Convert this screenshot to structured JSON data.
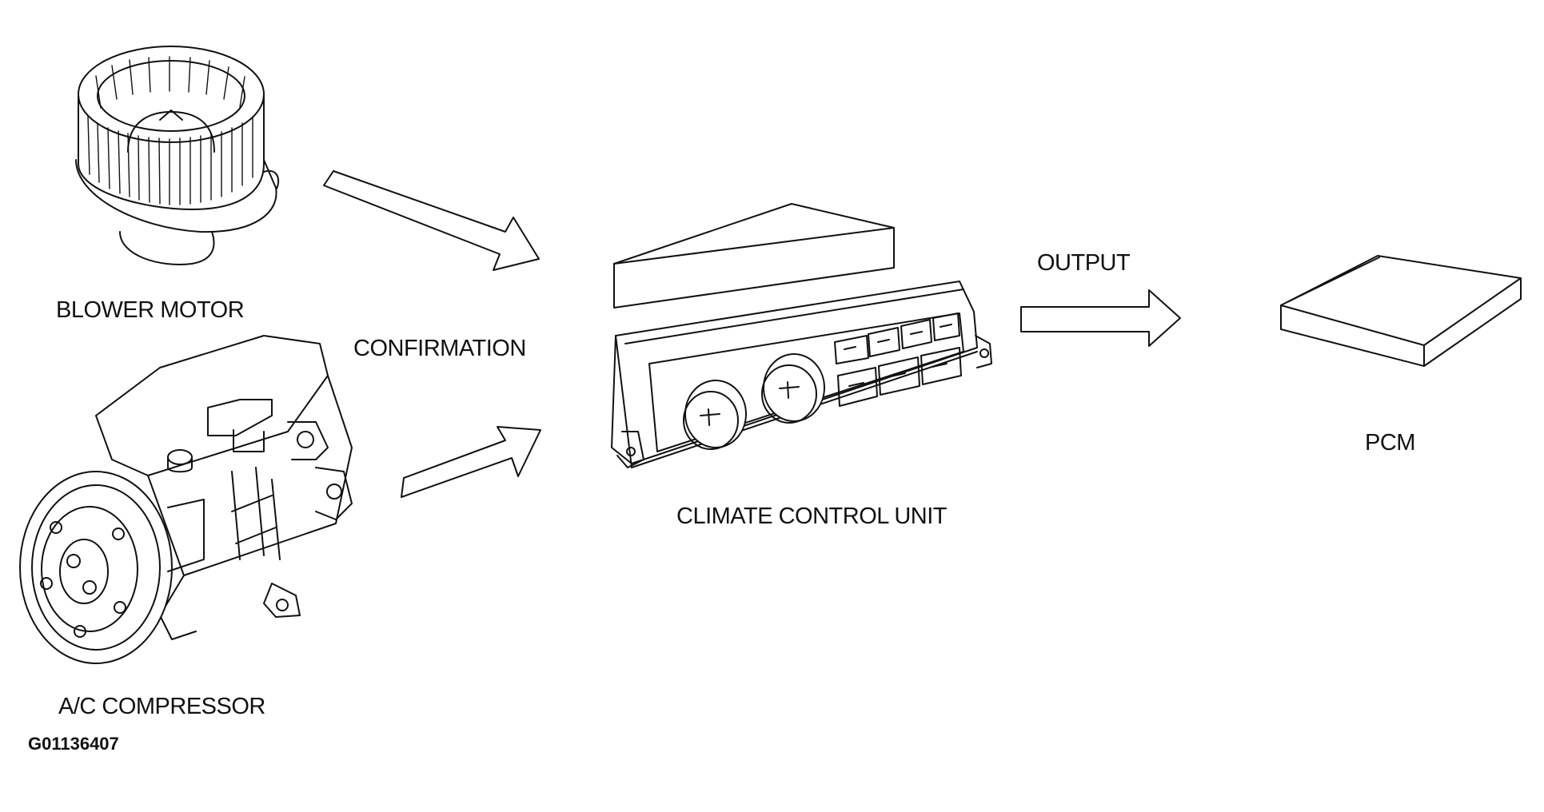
{
  "components": {
    "blower_motor": "BLOWER MOTOR",
    "ac_compressor": "A/C COMPRESSOR",
    "climate_control_unit": "CLIMATE CONTROL UNIT",
    "pcm": "PCM"
  },
  "signals": {
    "confirmation": "CONFIRMATION",
    "output": "OUTPUT"
  },
  "figure_id": "G01136407",
  "colors": {
    "ink": "#111111",
    "paper": "#ffffff"
  }
}
